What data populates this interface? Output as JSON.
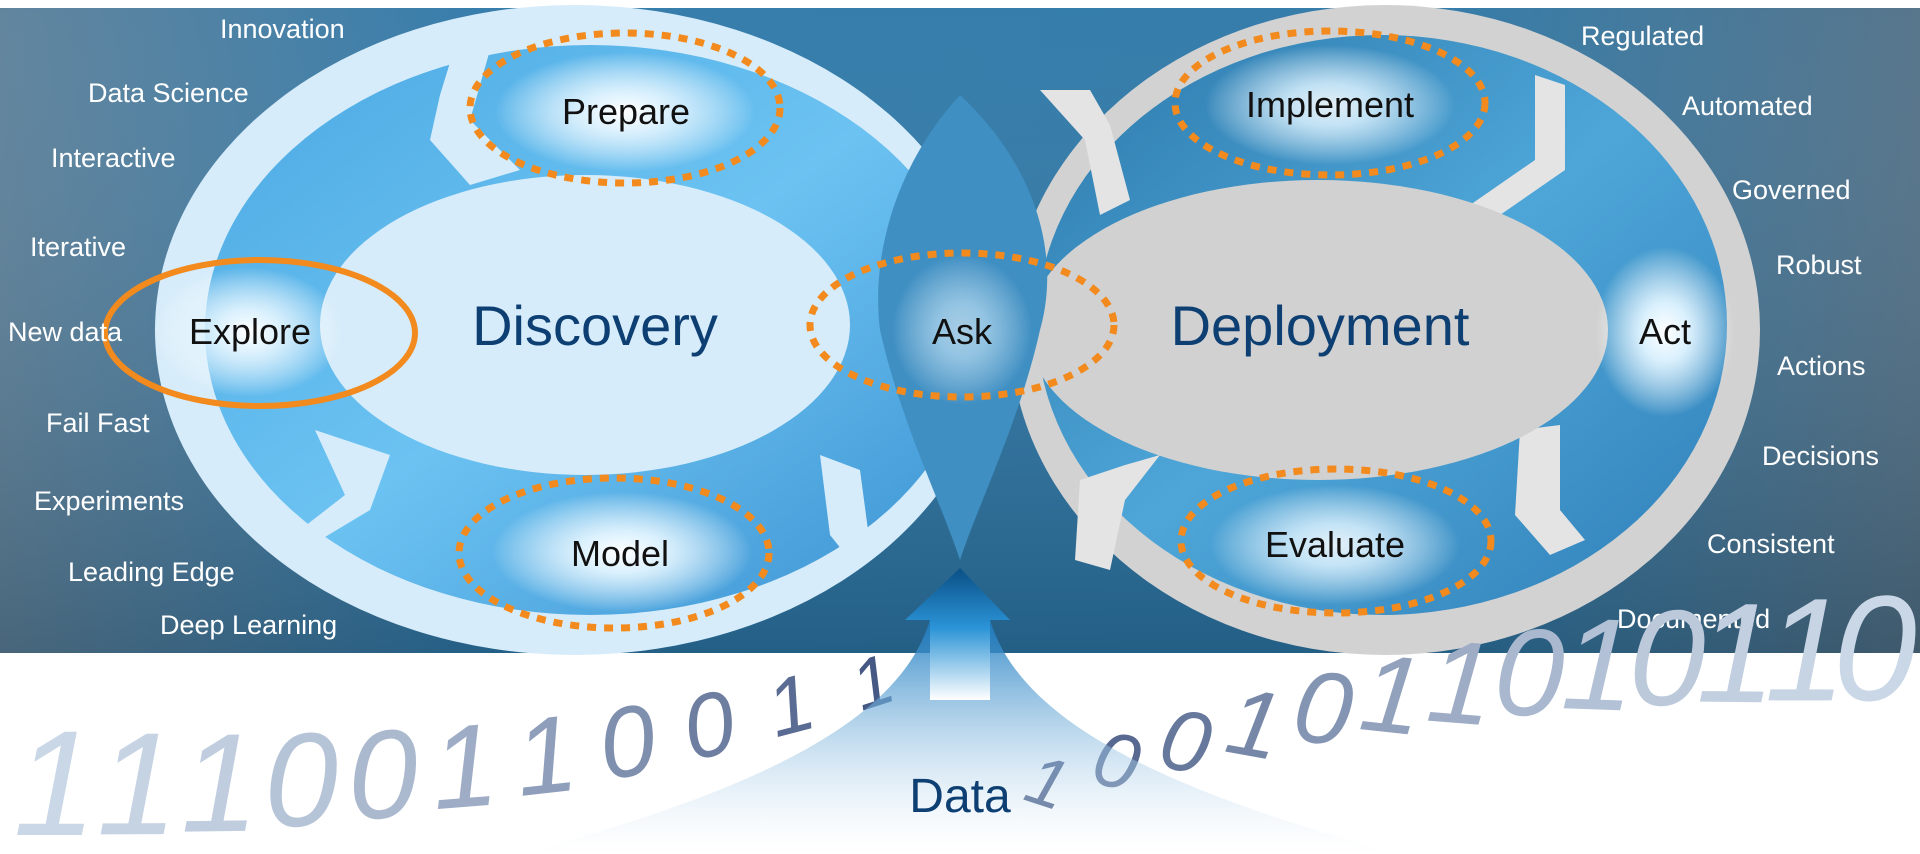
{
  "diagram": {
    "discovery": {
      "title": "Discovery",
      "nodes": {
        "prepare": "Prepare",
        "explore": "Explore",
        "model": "Model"
      },
      "attributes": [
        "Innovation",
        "Data Science",
        "Interactive",
        "Iterative",
        "New data",
        "Fail Fast",
        "Experiments",
        "Leading Edge",
        "Deep Learning"
      ]
    },
    "deployment": {
      "title": "Deployment",
      "nodes": {
        "implement": "Implement",
        "act": "Act",
        "evaluate": "Evaluate"
      },
      "attributes": [
        "Regulated",
        "Automated",
        "Governed",
        "Robust",
        "Actions",
        "Decisions",
        "Consistent",
        "Documented"
      ]
    },
    "center_node": "Ask",
    "data_label": "Data",
    "binary": {
      "left": "11100110011",
      "right": "1001011010110"
    }
  },
  "colors": {
    "outer_band_dark": "#2e6f99",
    "discovery_ring": "#d6ecfa",
    "deployment_ring": "#d2d2d2",
    "node_blue": "#5cb6ea",
    "highlight_orange": "#f28a1e",
    "title_navy": "#0e3f73"
  }
}
